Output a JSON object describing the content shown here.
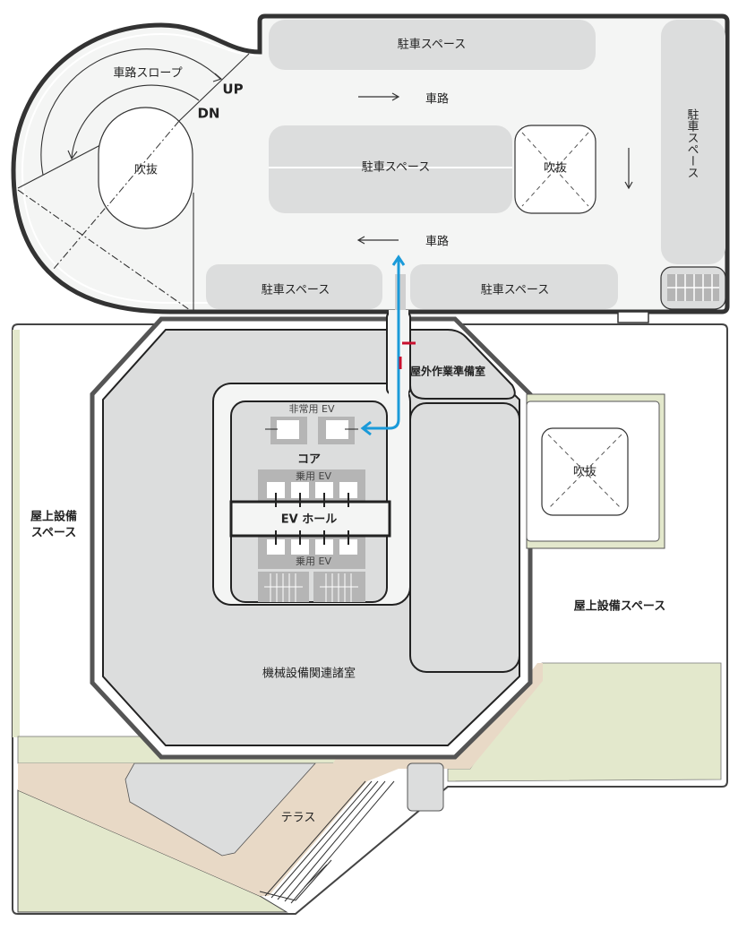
{
  "parking_level": {
    "parking_top": "駐車スペース",
    "parking_middle": "駐車スペース",
    "parking_right": "駐車スペース",
    "parking_bottom_left": "駐車スペース",
    "parking_bottom_right": "駐車スペース",
    "road_upper": "車路",
    "road_lower": "車路",
    "ramp_label": "車路スロープ",
    "up_label": "UP",
    "dn_label": "DN",
    "void_oval": "吹抜",
    "void_square": "吹抜"
  },
  "roof_level": {
    "outdoor_prep_room": "屋外作業準備室",
    "emergency_ev": "非常用 EV",
    "core": "コア",
    "passenger_ev_upper": "乗用 EV",
    "ev_hall": "EV ホール",
    "passenger_ev_lower": "乗用 EV",
    "machine_rooms": "機械設備関連諸室",
    "equipment_space_left_1": "屋上設備",
    "equipment_space_left_2": "スペース",
    "equipment_space_right": "屋上設備スペース",
    "void_right": "吹抜",
    "terrace": "テラス"
  },
  "colors": {
    "route": "#1a9ad9",
    "door_mark": "#c8102e",
    "room_fill": "#dcdddd",
    "green": "#e3e8cc",
    "terrace": "#e8d9c6"
  }
}
